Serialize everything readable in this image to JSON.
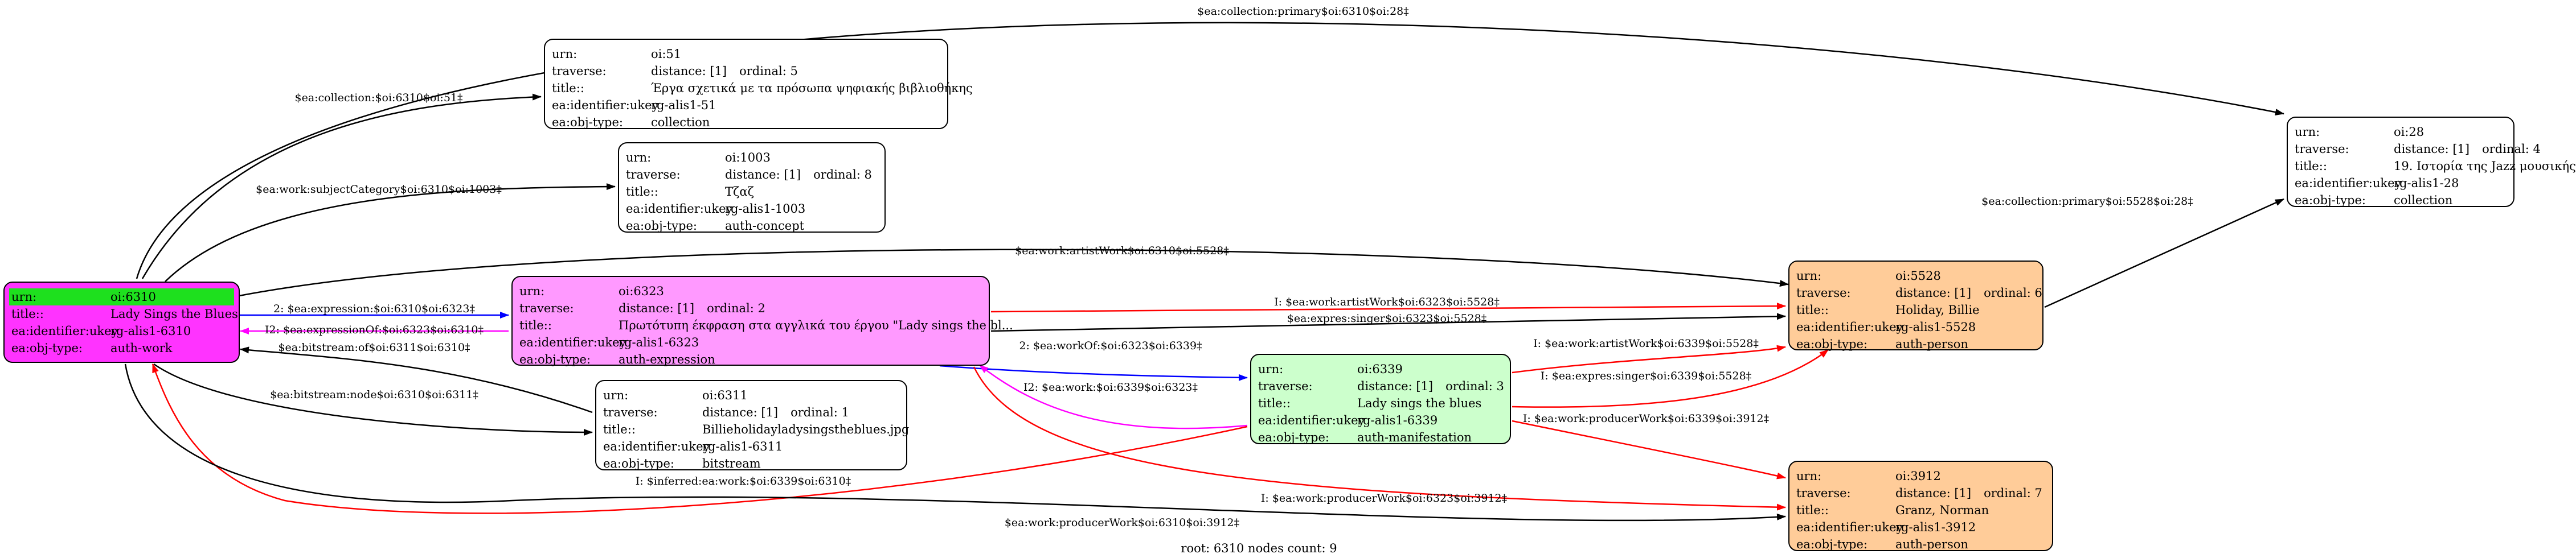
{
  "nodes": {
    "n6310": {
      "urn": "oi:6310",
      "title": "Lady Sings the Blues",
      "ukey": "rg-alis1-6310",
      "type": "auth-work"
    },
    "n51": {
      "urn": "oi:51",
      "traverse": "distance: [1]",
      "ordinal": "ordinal: 5",
      "title": "Έργα σχετικά με τα πρόσωπα ψηφιακής βιβλιοθήκης",
      "ukey": "rg-alis1-51",
      "type": "collection"
    },
    "n1003": {
      "urn": "oi:1003",
      "traverse": "distance: [1]",
      "ordinal": "ordinal: 8",
      "title": "Τζαζ",
      "ukey": "rg-alis1-1003",
      "type": "auth-concept"
    },
    "n28": {
      "urn": "oi:28",
      "traverse": "distance: [1]",
      "ordinal": "ordinal: 4",
      "title": "19. Ιστορία της Jazz μουσικής",
      "ukey": "rg-alis1-28",
      "type": "collection"
    },
    "n6323": {
      "urn": "oi:6323",
      "traverse": "distance: [1]",
      "ordinal": "ordinal: 2",
      "title": "Πρωτότυπη έκφραση στα αγγλικά του έργου \"Lady sings the bl...",
      "ukey": "rg-alis1-6323",
      "type": "auth-expression"
    },
    "n5528": {
      "urn": "oi:5528",
      "traverse": "distance: [1]",
      "ordinal": "ordinal: 6",
      "title": "Holiday, Billie",
      "ukey": "rg-alis1-5528",
      "type": "auth-person"
    },
    "n6311": {
      "urn": "oi:6311",
      "traverse": "distance: [1]",
      "ordinal": "ordinal: 1",
      "title": "Billieholidayladysingstheblues.jpg",
      "ukey": "rg-alis1-6311",
      "type": "bitstream"
    },
    "n6339": {
      "urn": "oi:6339",
      "traverse": "distance: [1]",
      "ordinal": "ordinal: 3",
      "title": "Lady sings the blues",
      "ukey": "rg-alis1-6339",
      "type": "auth-manifestation"
    },
    "n3912": {
      "urn": "oi:3912",
      "traverse": "distance: [1]",
      "ordinal": "ordinal: 7",
      "title": "Granz, Norman",
      "ukey": "rg-alis1-3912",
      "type": "auth-person"
    }
  },
  "keys": {
    "urn": "urn:",
    "traverse": "traverse:",
    "title": "title::",
    "ukey": "ea:identifier:ukey",
    "type": "ea:obj-type:"
  },
  "edges": {
    "e1": "$ea:collection:primary$oi:6310$oi:28‡",
    "e2": "$ea:collection:$oi:6310$oi:51‡",
    "e3": "$ea:work:subjectCategory$oi:6310$oi:1003‡",
    "e4": "$ea:work:artistWork$oi:6310$oi:5528‡",
    "e5": "2: $ea:expression:$oi:6310$oi:6323‡",
    "e6": "I2: $ea:expressionOf:$oi:6323$oi:6310‡",
    "e7": "$ea:bitstream:of$oi:6311$oi:6310‡",
    "e8": "$ea:bitstream:node$oi:6310$oi:6311‡",
    "e9": "$ea:collection:primary$oi:5528$oi:28‡",
    "e10": "I: $ea:work:artistWork$oi:6323$oi:5528‡",
    "e11": "$ea:expres:singer$oi:6323$oi:5528‡",
    "e12": "2: $ea:workOf:$oi:6323$oi:6339‡",
    "e13": "I2: $ea:work:$oi:6339$oi:6323‡",
    "e14": "I: $ea:work:artistWork$oi:6339$oi:5528‡",
    "e15": "I: $ea:expres:singer$oi:6339$oi:5528‡",
    "e16": "I: $ea:work:producerWork$oi:6339$oi:3912‡",
    "e17": "I: $ea:work:producerWork$oi:6323$oi:3912‡",
    "e18": "I: $inferred:ea:work:$oi:6339$oi:6310‡",
    "e19": "$ea:work:producerWork$oi:6310$oi:3912‡"
  },
  "footer": "root: 6310 nodes count: 9",
  "colors": {
    "black": "#000000",
    "red": "#ff0000",
    "blue": "#0000ff",
    "magenta": "#ff00ff",
    "root": "#ff33ff",
    "expression": "#ff99ff",
    "manifestation": "#ccffcc",
    "person": "#ffcc99",
    "highlight": "#00cc00"
  }
}
